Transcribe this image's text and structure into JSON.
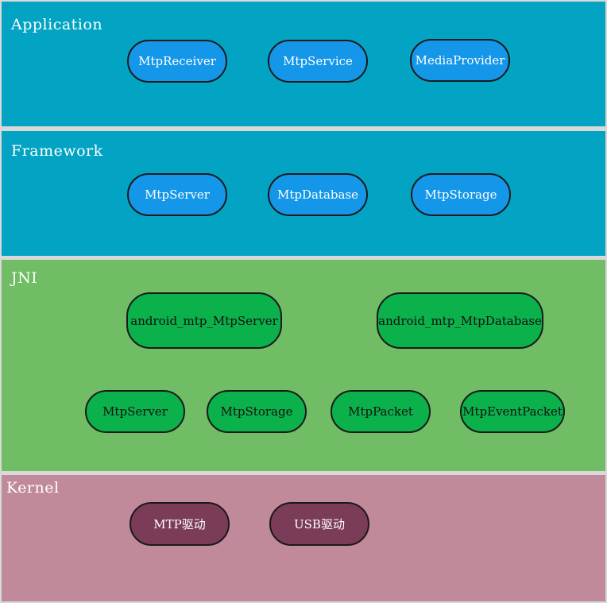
{
  "layers": {
    "application": {
      "title": "Application",
      "nodes": [
        "MtpReceiver",
        "MtpService",
        "MediaProvider"
      ]
    },
    "framework": {
      "title": "Framework",
      "nodes": [
        "MtpServer",
        "MtpDatabase",
        "MtpStorage"
      ]
    },
    "jni": {
      "title": "JNI",
      "top_nodes": [
        "android_mtp_MtpServer",
        "android_mtp_MtpDatabase"
      ],
      "bottom_nodes": [
        "MtpServer",
        "MtpStorage",
        "MtpPacket",
        "MtpEventPacket"
      ]
    },
    "kernel": {
      "title": "Kernel",
      "nodes": [
        "MTP驱动",
        "USB驱动"
      ]
    }
  },
  "colors": {
    "application_bg": "#02a3c3",
    "framework_bg": "#02a3c3",
    "jni_bg": "#70bd66",
    "kernel_bg": "#c18a9b",
    "blue_node": "#1597e9",
    "green_node": "#0bb14b",
    "kernel_node": "#7b3c57"
  }
}
